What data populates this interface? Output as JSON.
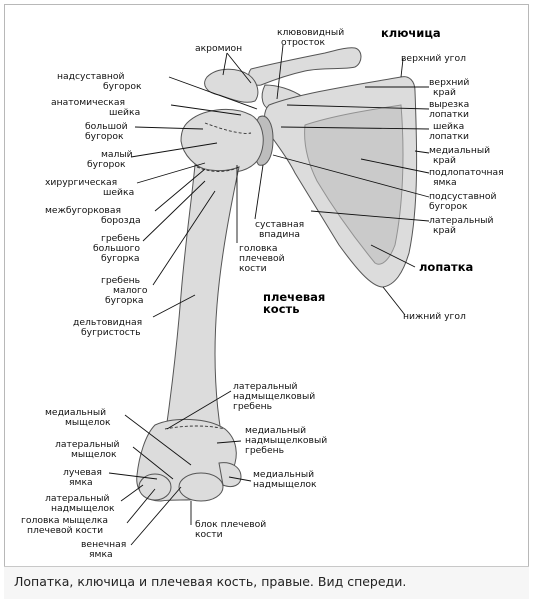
{
  "labels": {
    "l1": "надсуставной",
    "l1b": "бугорок",
    "l2": "анатомическая",
    "l2b": "шейка",
    "l3": "большой",
    "l3b": "бугорок",
    "l4": "малый",
    "l4b": "бугорок",
    "l5": "хирургическая",
    "l5b": "шейка",
    "l6": "межбугорковая",
    "l6b": "борозда",
    "l7": "гребень",
    "l7b": "большого",
    "l7c": "бугорка",
    "l8": "гребень",
    "l8b": "малого",
    "l8c": "бугорка",
    "l9": "дельтовидная",
    "l9b": "бугристость",
    "l10": "медиальный",
    "l10b": "мыщелок",
    "l11": "латеральный",
    "l11b": "мыщелок",
    "l12": "лучевая",
    "l12b": "ямка",
    "l13": "латеральный",
    "l13b": "надмыщелок",
    "l14": "головка мыщелка",
    "l14b": "плечевой кости",
    "l15": "венечная",
    "l15b": "ямка",
    "t1": "акромион",
    "t2": "клювовидный",
    "t2b": "отросток",
    "t3": "ключица",
    "r1": "верхний угол",
    "r2": "верхний",
    "r2b": "край",
    "r3": "вырезка",
    "r3b": "лопатки",
    "r4": "шейка",
    "r4b": "лопатки",
    "r5": "медиальный",
    "r5b": "край",
    "r6": "подлопаточная",
    "r6b": "ямка",
    "r7": "подсуставной",
    "r7b": "бугорок",
    "r8": "латеральный",
    "r8b": "край",
    "r9": "лопатка",
    "r10": "нижний угол",
    "c1": "суставная",
    "c1b": "впадина",
    "c2": "головка",
    "c2b": "плечевой",
    "c2c": "кости",
    "c3": "плечевая",
    "c3b": "кость",
    "m1": "латеральный",
    "m1b": "надмыщелковый",
    "m1c": "гребень",
    "m2": "медиальный",
    "m2b": "надмыщелковый",
    "m2c": "гребень",
    "m3": "медиальный",
    "m3b": "надмыщелок",
    "m4": "блок плечевой",
    "m4b": "кости"
  },
  "caption": "Лопатка, ключица и плечевая кость, правые. Вид спереди.",
  "colors": {
    "bone": "#dcdcdc",
    "shade": "#bdbdbd",
    "line": "#111111"
  }
}
